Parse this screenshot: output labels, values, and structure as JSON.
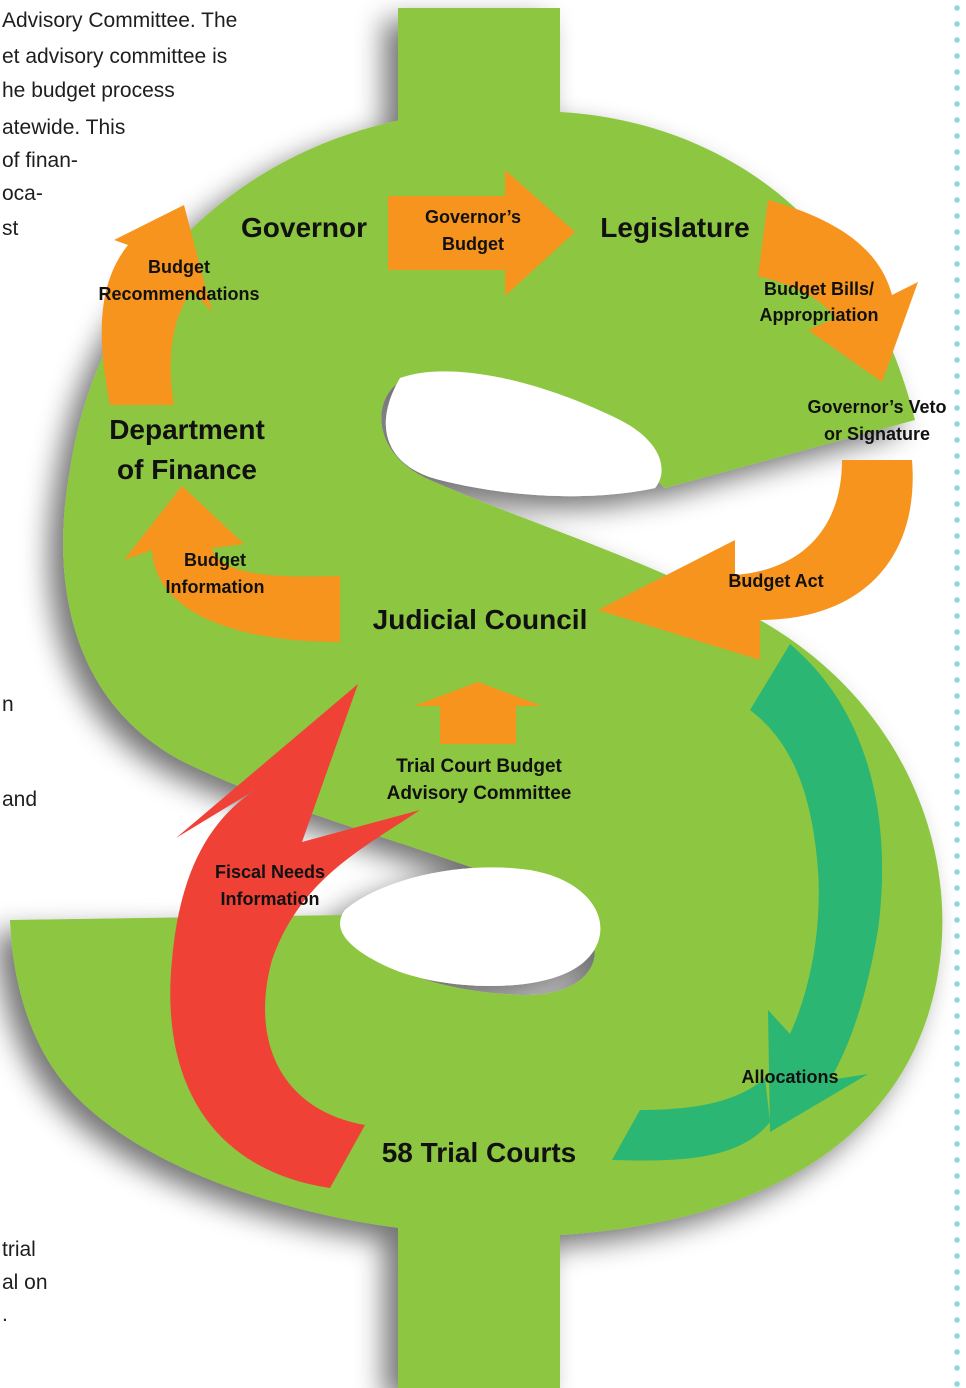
{
  "background_text": [
    "Advisory Committee. The",
    "et advisory committee is",
    "he budget process",
    "atewide. This",
    "of finan-",
    "oca-",
    "st",
    "n",
    "and",
    "trial",
    "al on",
    "."
  ],
  "nodes": {
    "governor": "Governor",
    "legislature": "Legislature",
    "department_of_finance_line1": "Department",
    "department_of_finance_line2": "of Finance",
    "judicial_council": "Judicial Council",
    "trial_courts": "58 Trial Courts",
    "tcbac_line1": "Trial Court Budget",
    "tcbac_line2": "Advisory Committee"
  },
  "flows": {
    "governors_budget_line1": "Governor’s",
    "governors_budget_line2": "Budget",
    "budget_bills_line1": "Budget Bills/",
    "budget_bills_line2": "Appropriation",
    "veto_line1": "Governor’s Veto",
    "veto_line2": "or Signature",
    "budget_act": "Budget Act",
    "budget_recommendations_line1": "Budget",
    "budget_recommendations_line2": "Recommendations",
    "budget_information_line1": "Budget",
    "budget_information_line2": "Information",
    "fiscal_needs_line1": "Fiscal Needs",
    "fiscal_needs_line2": "Information",
    "allocations": "Allocations"
  },
  "colors": {
    "dollar_green": "#8dc63f",
    "arrow_orange": "#f7941d",
    "arrow_red": "#ef4136",
    "arrow_teal": "#2bb673",
    "dots_cyan": "#8fd8dd"
  }
}
